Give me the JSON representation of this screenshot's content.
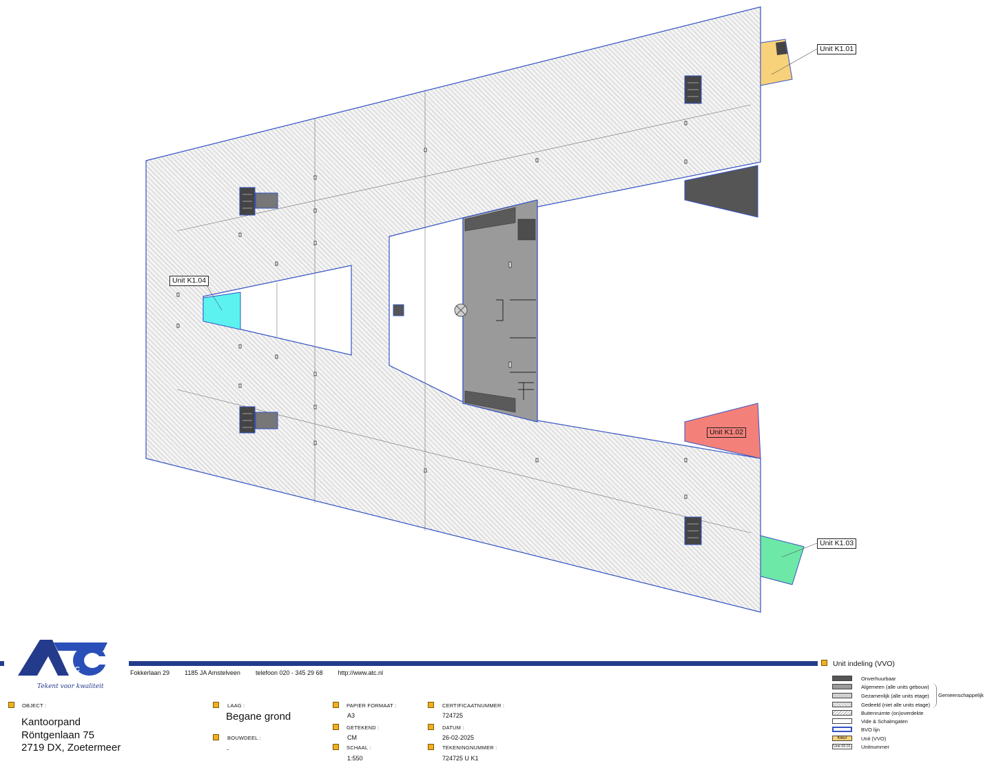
{
  "units": [
    {
      "id": "K1.01",
      "label": "Unit K1.01",
      "color": "#f8d27a"
    },
    {
      "id": "K1.02",
      "label": "Unit K1.02",
      "color": "#f4807a"
    },
    {
      "id": "K1.03",
      "label": "Unit K1.03",
      "color": "#6ee8a6"
    },
    {
      "id": "K1.04",
      "label": "Unit K1.04",
      "color": "#5cf2f0"
    }
  ],
  "colors": {
    "bvo_line": "#3352c4",
    "hatch_bg": "#f3f3f3",
    "hatch_line": "#8c8c8c",
    "algemeen": "#9a9a9a",
    "onverhuurbaar": "#555555",
    "brand": "#243b8c",
    "bullet": "#f2ae1f"
  },
  "logo": {
    "text": "ATC",
    "slogan": "Tekent voor kwaliteit"
  },
  "company": {
    "address": "Fokkerlaan 29",
    "postal_city": "1185 JA  Amstelveen",
    "phone": "telefoon 020 - 345 29 68",
    "website": "http://www.atc.nl"
  },
  "titleblock": {
    "object": {
      "label": "OBJECT :",
      "lines": [
        "Kantoorpand",
        "Röntgenlaan 75",
        "2719 DX, Zoetermeer"
      ]
    },
    "laag": {
      "label": "LAAG :",
      "value": "Begane grond"
    },
    "bouwdeel": {
      "label": "BOUWDEEL :",
      "value": "-"
    },
    "papier_formaat": {
      "label": "PAPIER FORMAAT :",
      "value": "A3"
    },
    "getekend": {
      "label": "GETEKEND :",
      "value": "CM"
    },
    "schaal": {
      "label": "SCHAAL :",
      "value": "1:550"
    },
    "certificaatnummer": {
      "label": "CERTIFICAATNUMMER :",
      "value": "724725"
    },
    "datum": {
      "label": "DATUM :",
      "value": "26-02-2025"
    },
    "tekeningnummer": {
      "label": "TEKENINGNUMMER :",
      "value": "724725 U K1"
    }
  },
  "legend": {
    "title": "Unit indeling (VVO)",
    "group_label": "Gemeenschappelijk",
    "items": [
      {
        "text": "Onverhuurbaar",
        "swatch": "#555555"
      },
      {
        "text": "Algemeen (alle units gebouw)",
        "swatch": "#9a9a9a"
      },
      {
        "text": "Gezamenlijk (alle units etage)",
        "swatch": "#d0d0d0"
      },
      {
        "text": "Gedeeld (niet alle units etage)",
        "swatch": "#e8e8e8"
      },
      {
        "text": "Buitenruimte (on)overdekte",
        "swatch": "#f7f7f7"
      },
      {
        "text": "Vide & Schalmgaten",
        "swatch": "#ffffff"
      },
      {
        "text": "BVO lijn",
        "swatch": "#ffffff"
      },
      {
        "text": "Unit (VVO)",
        "swatch": "#f8d27a",
        "swatch_text": "Kleur"
      },
      {
        "text": "Unitnummer",
        "swatch": "#ffffff",
        "swatch_text": "Unit 00.01"
      }
    ]
  }
}
